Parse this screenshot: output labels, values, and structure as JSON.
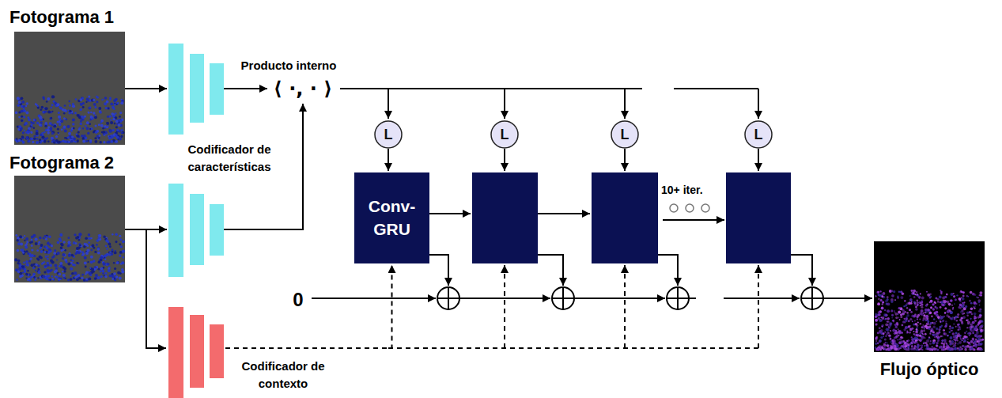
{
  "diagram": {
    "nodes": [
      {
        "text": [
          "Fotograma 1"
        ]
      },
      {
        "text": [
          "Fotograma 2"
        ]
      },
      {
        "text": [
          "L"
        ]
      },
      {
        "text": [
          "L"
        ]
      },
      {
        "text": [
          "L"
        ]
      },
      {
        "text": [
          "L"
        ]
      },
      {
        "text": [
          "Conv- GRU"
        ]
      },
      {
        "text": [
          "Codificador de contexto"
        ]
      },
      {
        "text": [
          "Flujo óptico"
        ]
      }
    ],
    "edges": [
      {
        "from": 1,
        "to": 7,
        "arrow": "to"
      },
      {
        "from": 2,
        "to": 6,
        "arrow": "to"
      },
      {
        "from": 7,
        "to": 6,
        "arrow": "to"
      }
    ],
    "labels": [
      "Producto interno",
      "⟨ ·, · ⟩",
      "Codificador de características",
      "10+ iter.",
      "0"
    ]
  }
}
